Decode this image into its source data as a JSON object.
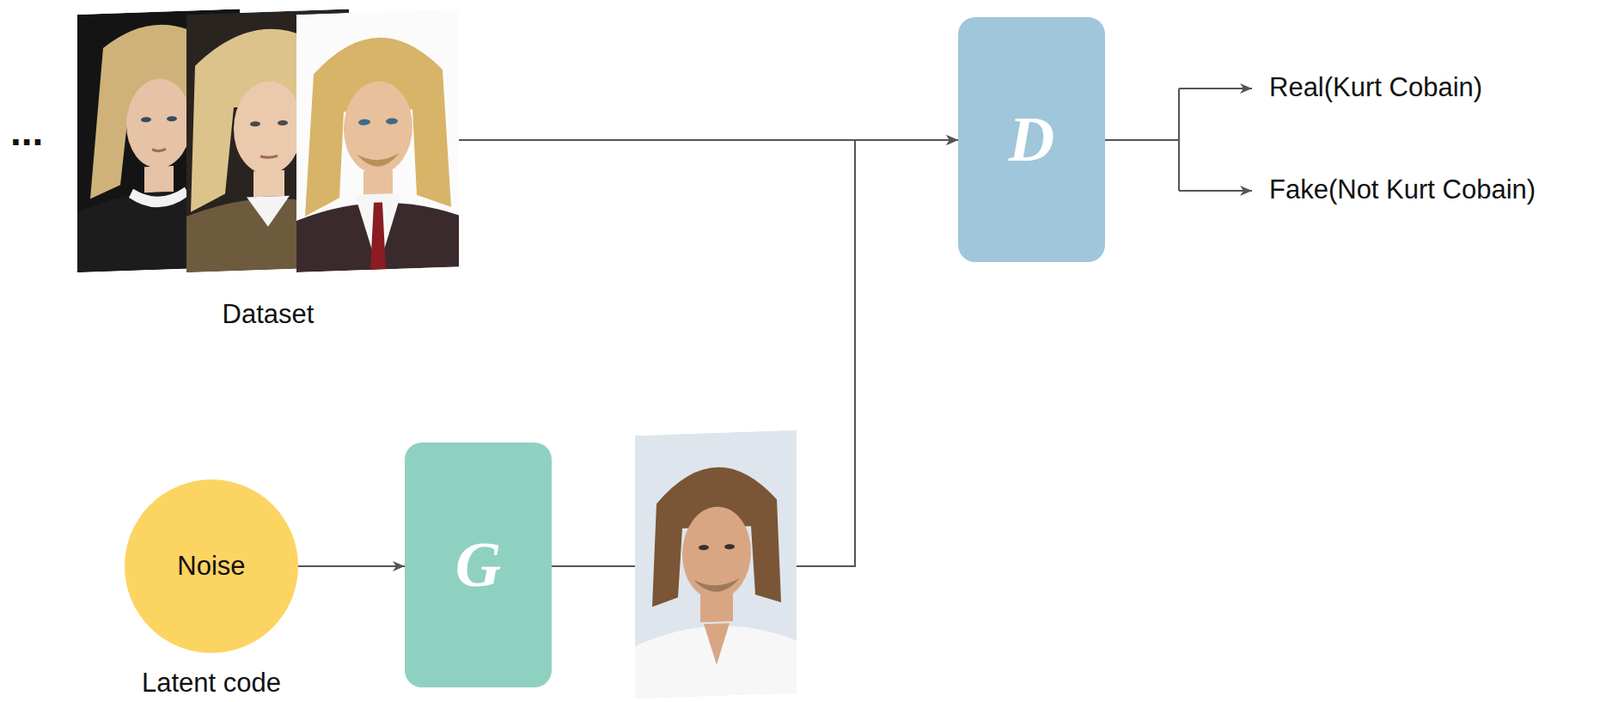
{
  "diagram": {
    "nodes": [
      {
        "text": [
          "Dataset"
        ]
      },
      {
        "text": [
          "Noise",
          "Latent code"
        ]
      },
      {
        "text": [
          "G"
        ]
      },
      {
        "text": [
          "D"
        ]
      }
    ],
    "edges": [
      {
        "from": 1,
        "to": 2,
        "arrow": "to"
      },
      {
        "from": 2,
        "to": 3,
        "arrow": "to"
      },
      {
        "from": 0,
        "to": 3,
        "arrow": "to"
      }
    ],
    "labels": [
      "...",
      "Real(Kurt Cobain)",
      "Fake(Not Kurt Cobain)"
    ]
  }
}
